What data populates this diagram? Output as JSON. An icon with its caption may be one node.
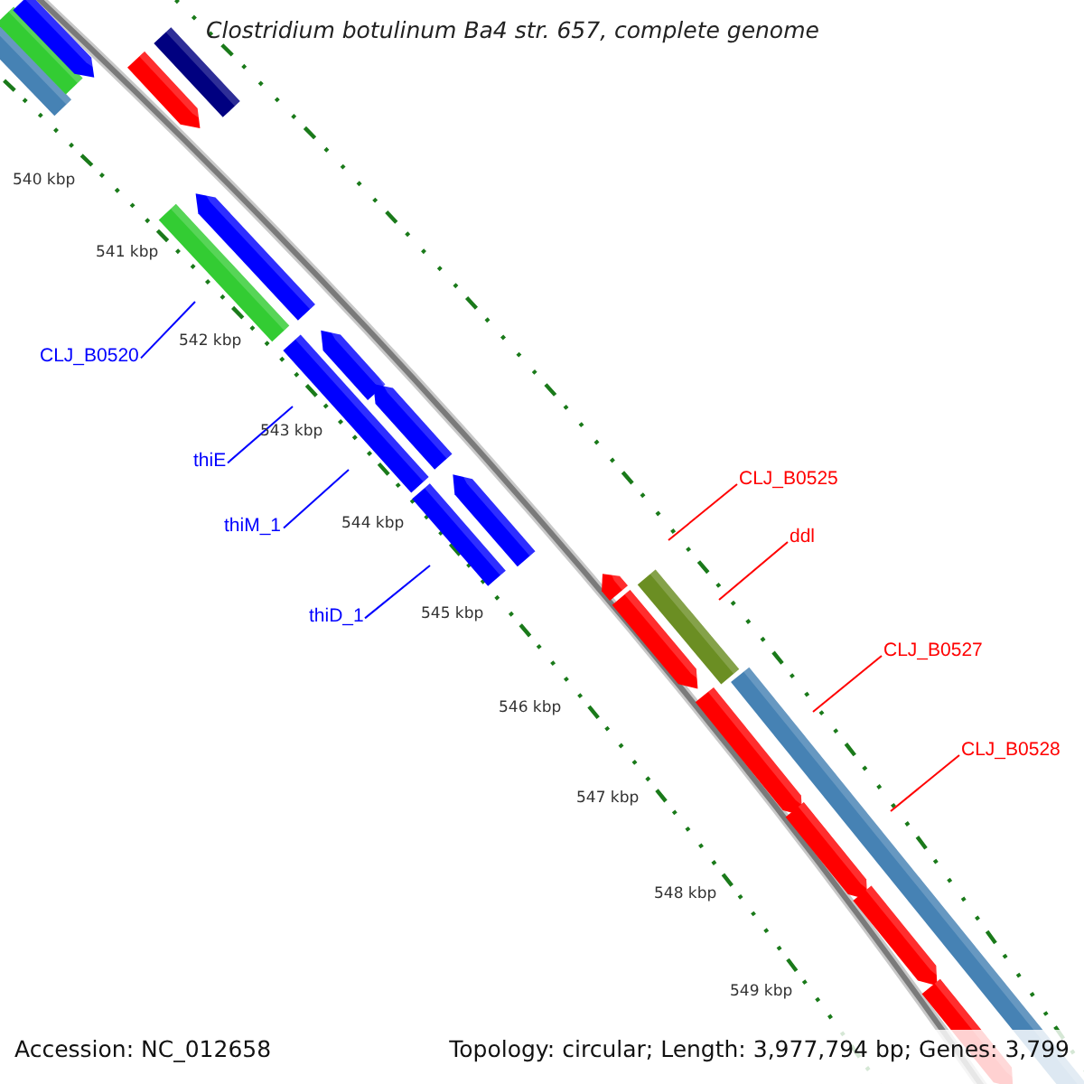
{
  "diagram": {
    "title": "Clostridium botulinum Ba4 str. 657, complete genome",
    "nodes": [
      {
        "text": [
          "CLJ_B0520"
        ]
      },
      {
        "text": [
          "thiE"
        ]
      },
      {
        "text": [
          "thiM_1"
        ]
      },
      {
        "text": [
          "thiD_1"
        ]
      },
      {
        "text": [
          "CLJ_B0525"
        ]
      },
      {
        "text": [
          "ddl"
        ]
      },
      {
        "text": [
          "CLJ_B0527"
        ]
      },
      {
        "text": [
          "CLJ_B0528"
        ]
      }
    ],
    "edges": [
      {
        "from": 0,
        "to": null,
        "arrow": "none"
      },
      {
        "from": 1,
        "to": null,
        "arrow": "none"
      },
      {
        "from": 2,
        "to": null,
        "arrow": "none"
      },
      {
        "from": 3,
        "to": null,
        "arrow": "none"
      },
      {
        "from": 4,
        "to": null,
        "arrow": "none",
        "color": "#ff0000"
      },
      {
        "from": 5,
        "to": null,
        "arrow": "none",
        "color": "#ff0000"
      },
      {
        "from": 6,
        "to": null,
        "arrow": "none",
        "color": "#ff0000"
      },
      {
        "from": 7,
        "to": null,
        "arrow": "none",
        "color": "#ff0000"
      }
    ],
    "labels": [
      "540 kbp",
      "541 kbp",
      "542 kbp",
      "543 kbp",
      "544 kbp",
      "545 kbp",
      "546 kbp",
      "547 kbp",
      "548 kbp",
      "549 kbp",
      "Accession: NC_012658",
      "Topology: circular; Length: 3,977,794 bp; Genes: 3,799"
    ]
  }
}
